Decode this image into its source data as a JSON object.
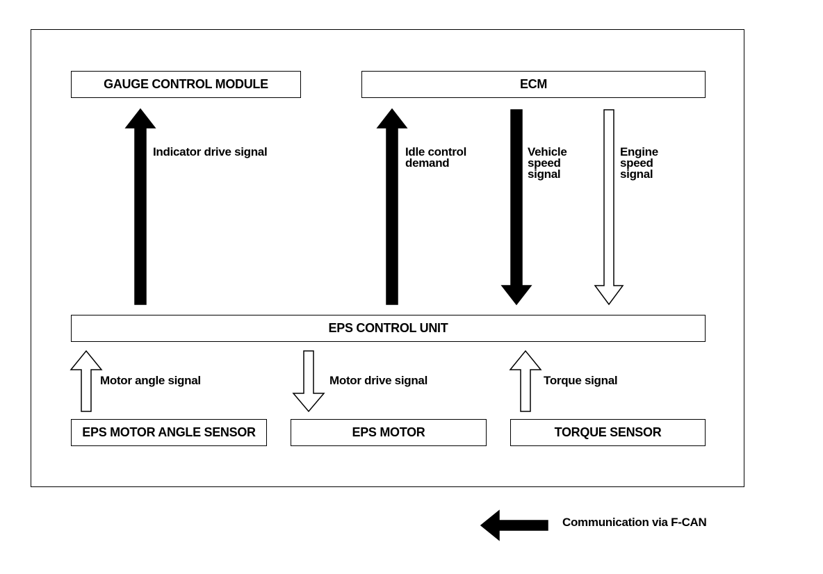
{
  "boxes": {
    "gauge": "GAUGE CONTROL MODULE",
    "ecm": "ECM",
    "eps_unit": "EPS CONTROL UNIT",
    "motor_angle_sensor": "EPS MOTOR ANGLE SENSOR",
    "eps_motor": "EPS MOTOR",
    "torque_sensor": "TORQUE SENSOR"
  },
  "signals": {
    "indicator_drive": "Indicator drive signal",
    "idle_control": [
      "Idle control",
      "demand"
    ],
    "vehicle_speed": [
      "Vehicle",
      "speed",
      "signal"
    ],
    "engine_speed": [
      "Engine",
      "speed",
      "signal"
    ],
    "motor_angle": "Motor angle signal",
    "motor_drive": "Motor drive signal",
    "torque": "Torque signal"
  },
  "legend": {
    "fcan_label": "Communication via F-CAN"
  },
  "colors": {
    "fcan_arrow": "#000000",
    "direct_arrow": "#ffffff",
    "outline": "#000000"
  }
}
